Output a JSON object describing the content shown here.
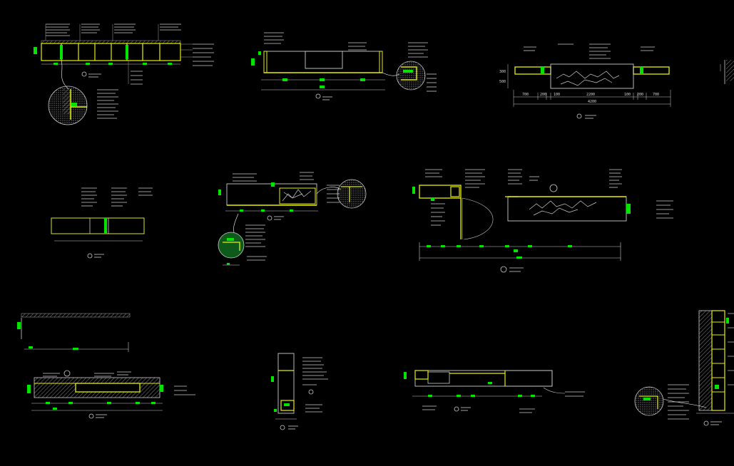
{
  "colors": {
    "background": "#000000",
    "line": "#d0d0d0",
    "line_dim": "#9a9a9a",
    "accent_yellow": "#e8f000",
    "accent_green": "#00e400",
    "accent_lime": "#a8ff00",
    "leader_white": "#ffffff"
  },
  "dimensions": {
    "plan3": {
      "values": [
        "700",
        "200",
        "100",
        "2200",
        "100",
        "200",
        "700"
      ],
      "total": "4200",
      "height_left": "300",
      "height_right": "500"
    }
  }
}
